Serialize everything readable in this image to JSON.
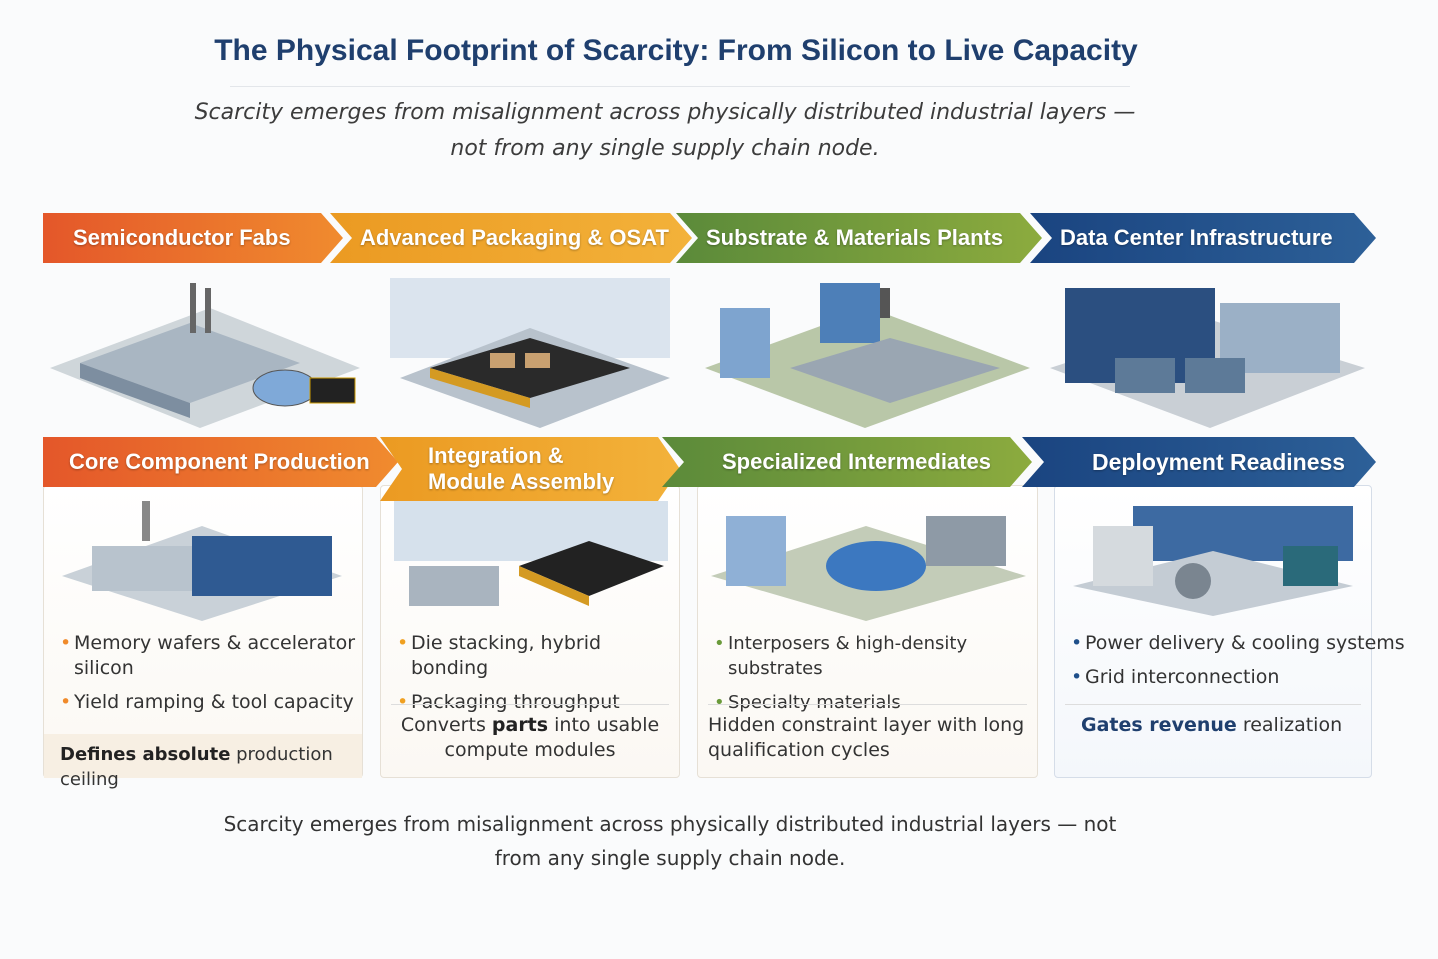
{
  "title": "The Physical Footprint of Scarcity: From Silicon to Live Capacity",
  "subtitle": [
    "Scarcity emerges from misalignment across physically distributed industrial layers —",
    "not from any single supply chain node."
  ],
  "layers": [
    {
      "label": "Semiconductor Fabs",
      "color": "#e8622a"
    },
    {
      "label": "Advanced Packaging & OSAT",
      "color": "#f0a020"
    },
    {
      "label": "Substrate & Materials Plants",
      "color": "#6a9a3a"
    },
    {
      "label": "Data Center Infrastructure",
      "color": "#1f4f8a"
    }
  ],
  "stages": [
    {
      "title": "Core Component Production",
      "bullets": [
        "Memory wafers & accelerator silicon",
        "Yield ramping & tool capacity"
      ],
      "note_bold": "Defines absolute",
      "note_rest": " production ceiling"
    },
    {
      "title": "Integration & Module Assembly",
      "bullets": [
        "Die stacking, hybrid bonding",
        "Packaging throughput"
      ],
      "note_pre": "Converts ",
      "note_bold": "parts",
      "note_rest": " into usable compute modules"
    },
    {
      "title": "Specialized Intermediates",
      "bullets": [
        "Interposers & high-density substrates",
        "Specialty materials"
      ],
      "note_rest": "Hidden constraint layer with long qualification cycles"
    },
    {
      "title": "Deployment Readiness",
      "bullets": [
        "Power delivery & cooling systems",
        "Grid interconnection"
      ],
      "note_bold": "Gates revenue",
      "note_rest": " realization"
    }
  ],
  "footer": [
    "Scarcity emerges from misalignment across physically distributed industrial layers — not",
    "from any single supply chain node."
  ]
}
